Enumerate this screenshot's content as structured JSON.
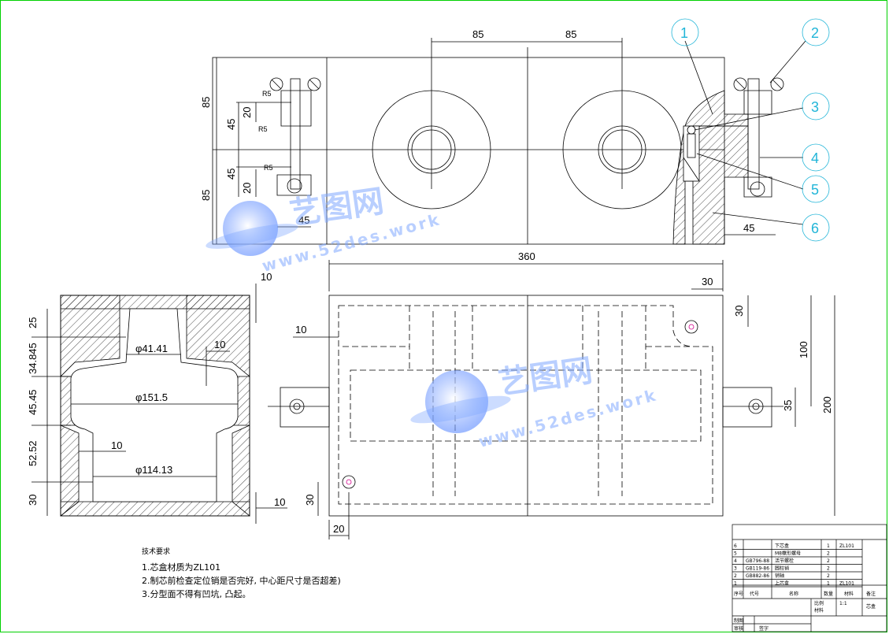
{
  "drawing": {
    "top_view_dims": {
      "d85a": "85",
      "d85b": "85",
      "left85top": "85",
      "left85bot": "85",
      "left45a": "45",
      "left45b": "45",
      "left20a": "20",
      "left20b": "20",
      "r5a": "R5",
      "r5b": "R5",
      "r5c": "R5",
      "bot45left": "45",
      "bot45right": "45"
    },
    "front_view_dims": {
      "w360": "360",
      "d10top": "10",
      "d30": "30",
      "d30v": "30",
      "d10left": "10",
      "d100": "100",
      "d200": "200",
      "d35": "35",
      "d30bot": "30",
      "d20bot": "20"
    },
    "section_view_dims": {
      "h25": "25",
      "h34": "34.845",
      "h45": "45.45",
      "h52": "52.52",
      "h30": "30",
      "phi41": "φ41.41",
      "phi151": "φ151.5",
      "phi114": "φ114.13",
      "t10a": "10",
      "t10b": "10",
      "t10c": "10"
    },
    "balloons": [
      "1",
      "2",
      "3",
      "4",
      "5",
      "6"
    ]
  },
  "watermark": {
    "cn": "艺图网",
    "url": "www.52des.work"
  },
  "notes": {
    "title": "技术要求",
    "items": [
      "1.芯盒材质为ZL101",
      "2.制芯前检查定位销是否完好, 中心距尺寸是否超差)",
      "3.分型面不得有凹坑, 凸起。"
    ]
  },
  "title_block": {
    "rows": [
      {
        "no": "6",
        "code": "",
        "name": "下芯盒",
        "qty": "1",
        "mat": "ZL101"
      },
      {
        "no": "5",
        "code": "",
        "name": "M8蝶形螺母",
        "qty": "2",
        "mat": ""
      },
      {
        "no": "4",
        "code": "GB796-88",
        "name": "活节螺栓",
        "qty": "2",
        "mat": ""
      },
      {
        "no": "3",
        "code": "GB119-86",
        "name": "圆柱销",
        "qty": "2",
        "mat": ""
      },
      {
        "no": "2",
        "code": "GB882-86",
        "name": "销轴",
        "qty": "2",
        "mat": ""
      },
      {
        "no": "1",
        "code": "",
        "name": "上芯盒",
        "qty": "1",
        "mat": "ZL101"
      }
    ],
    "header": {
      "no": "序号",
      "code": "代号",
      "name": "名称",
      "qty": "数量",
      "mat": "材料",
      "remark": "备注"
    },
    "scale_label": "比例",
    "scale": "1:1",
    "weight_label": "材料",
    "drawing_no": "芯盒",
    "drawn": "制图",
    "check": "审核",
    "sign": "签字"
  }
}
